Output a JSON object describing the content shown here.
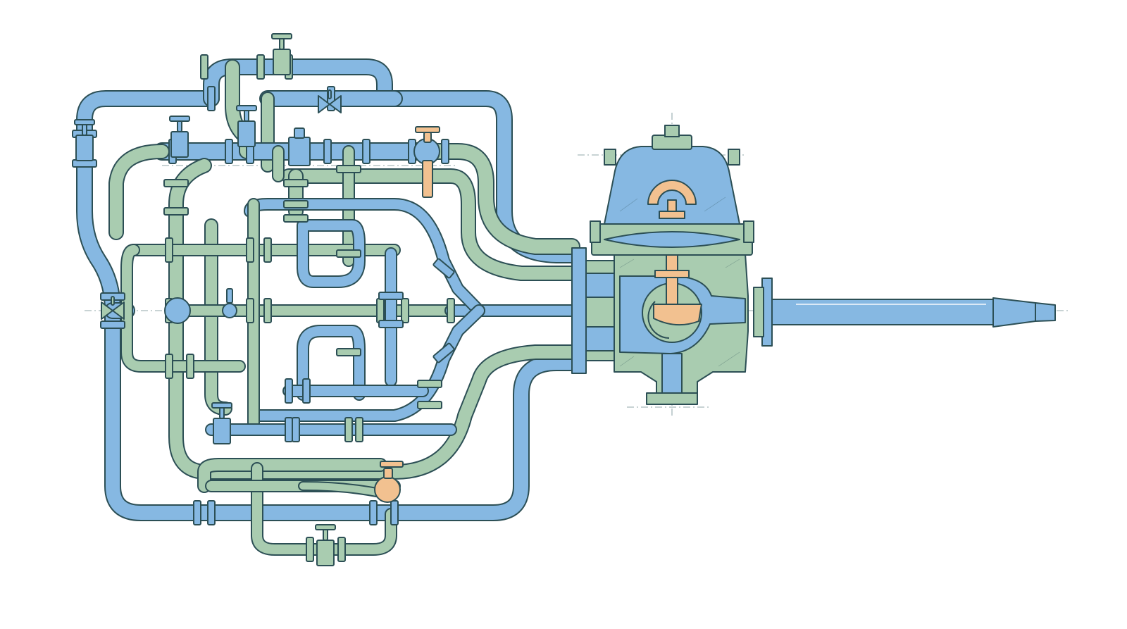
{
  "colors": {
    "blue_pipe": "#86b8e2",
    "green_pipe": "#a9ccb0",
    "orange_part": "#f2c190",
    "outline": "#2c4f55",
    "background": "#ffffff"
  },
  "elements": {
    "pipe_network": "piping-network",
    "regulator": "pressure-regulator-valve",
    "outlet": "outlet-pipe-with-nozzle"
  }
}
